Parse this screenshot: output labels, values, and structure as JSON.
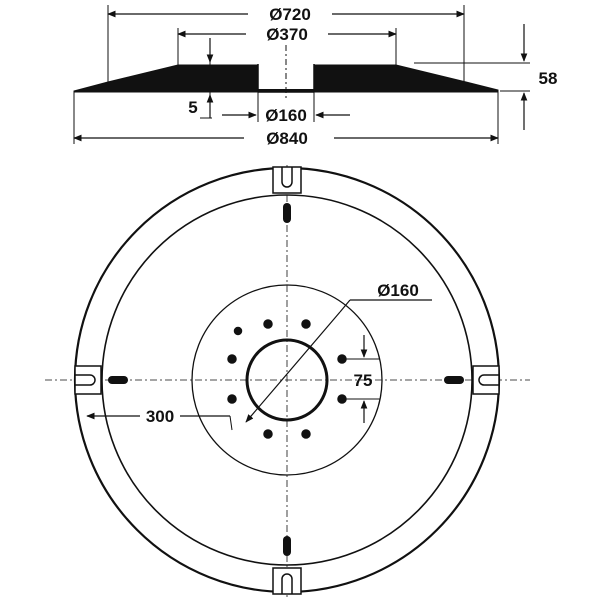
{
  "colors": {
    "ink": "#111111",
    "background": "#ffffff"
  },
  "side_view": {
    "dimensions": {
      "d720": "Ø720",
      "d370": "Ø370",
      "d160": "Ø160",
      "d840": "Ø840",
      "height": "58",
      "rim_thickness": "5"
    }
  },
  "plan_view": {
    "dimensions": {
      "bore": "Ø160",
      "bolt_spacing": "75",
      "radius": "300"
    }
  }
}
